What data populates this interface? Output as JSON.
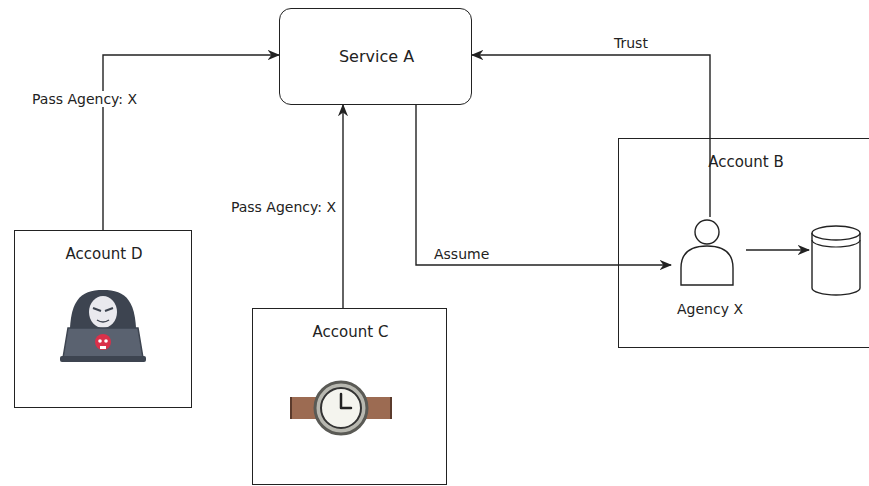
{
  "diagram": {
    "nodes": [
      {
        "text": [
          "Service A"
        ]
      },
      {
        "text": [
          "Account B"
        ]
      },
      {
        "text": [
          "Agency X"
        ],
        "in": 1
      },
      {
        "text": [
          "Account D"
        ]
      },
      {
        "text": [
          "Account C"
        ]
      }
    ],
    "edges": [
      {
        "from": 3,
        "to": 0,
        "label": "Pass Agency: X",
        "arrow": "to"
      },
      {
        "from": 4,
        "to": 0,
        "label": "Pass Agency: X",
        "arrow": "to"
      },
      {
        "from": 0,
        "to": 2,
        "label": "Assume",
        "arrow": "to"
      },
      {
        "from": 2,
        "to": 0,
        "label": "Trust",
        "arrow": "to"
      }
    ]
  }
}
